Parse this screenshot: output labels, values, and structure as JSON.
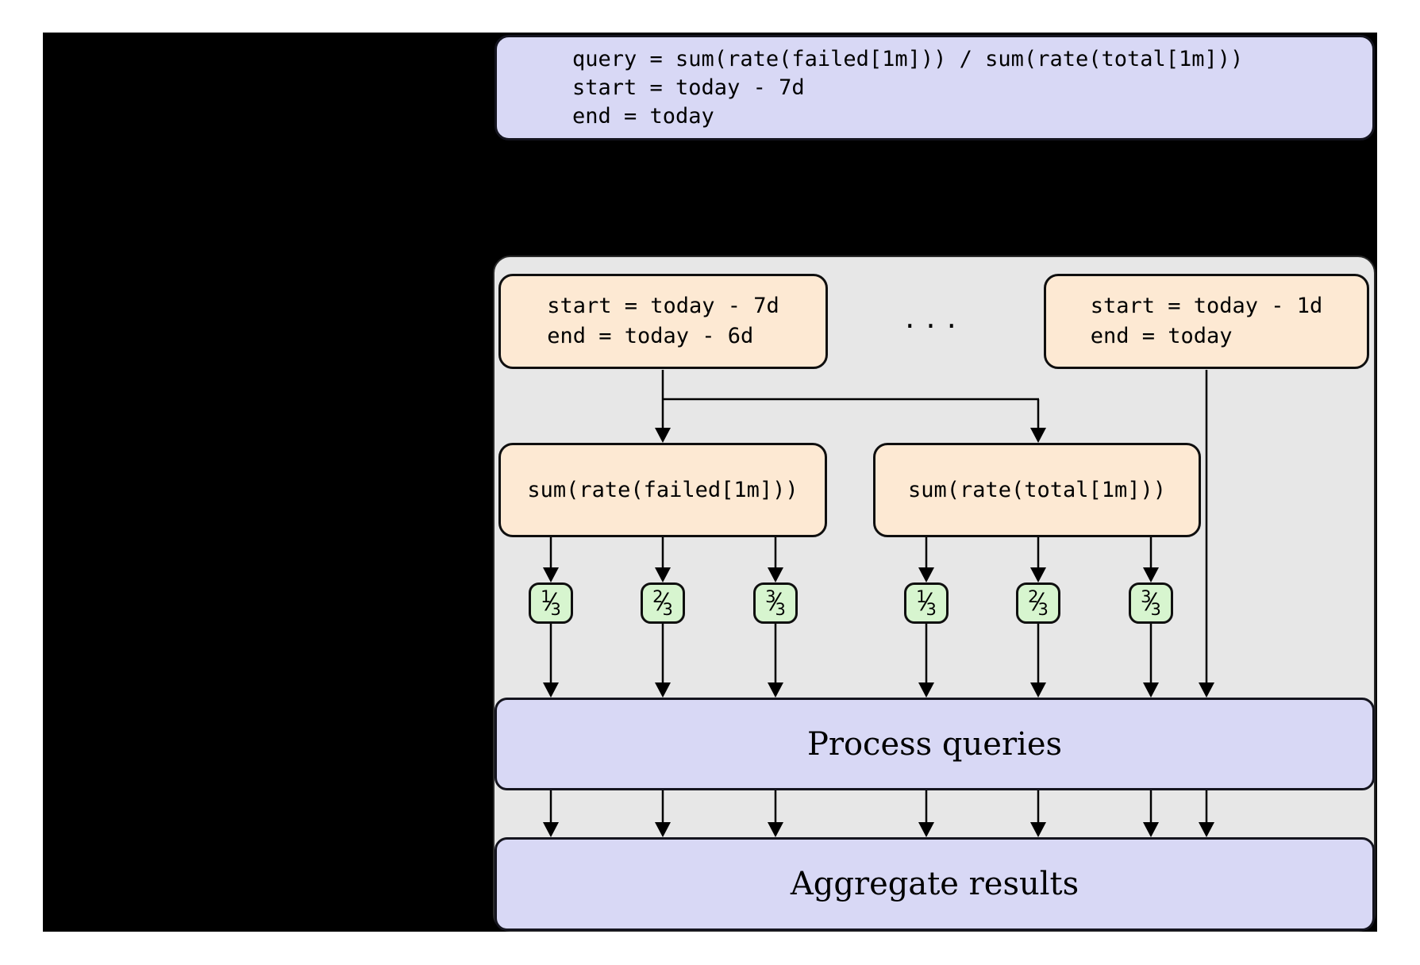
{
  "colors": {
    "page": "#ffffff",
    "slide_background": "#000000",
    "panel": "#e7e7e7",
    "lavender": "#d8d8f5",
    "peach": "#fde9d3",
    "green": "#d7f5cf",
    "line": "#000000"
  },
  "code_box": {
    "lines": [
      "query = sum(rate(failed[1m])) / sum(rate(total[1m]))",
      "start = today - 7d",
      "end = today"
    ]
  },
  "diagram": {
    "range_boxes": [
      {
        "lines": [
          "start = today - 7d",
          "end = today - 6d"
        ]
      },
      {
        "lines": [
          "start = today - 1d",
          "end = today"
        ]
      }
    ],
    "ellipsis": "...",
    "query_boxes": [
      {
        "label": "sum(rate(failed[1m]))"
      },
      {
        "label": "sum(rate(total[1m]))"
      }
    ],
    "fraction_slash": "⁄",
    "shard_badges": [
      {
        "numerator": "1",
        "denominator": "3"
      },
      {
        "numerator": "2",
        "denominator": "3"
      },
      {
        "numerator": "3",
        "denominator": "3"
      },
      {
        "numerator": "1",
        "denominator": "3"
      },
      {
        "numerator": "2",
        "denominator": "3"
      },
      {
        "numerator": "3",
        "denominator": "3"
      }
    ],
    "process_bar_label": "Process queries",
    "aggregate_bar_label": "Aggregate results"
  }
}
